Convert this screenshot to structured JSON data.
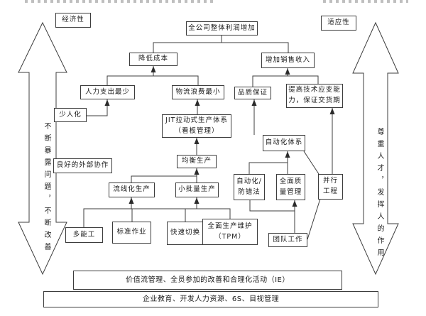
{
  "side": {
    "economy": "经济性",
    "adaptability": "适应性",
    "left_arrow_text": "不断暴露问题，不断改善",
    "right_arrow_text": "尊重人才，发挥人的作用"
  },
  "nodes": {
    "profit": "全公司整体利润增加",
    "cost": "降低成本",
    "revenue": "增加销售收入",
    "labor": "人力支出最少",
    "logistics": "物流浪费最小",
    "quality": "品质保证",
    "tech": "提高技术应变能\n力，保证交货期",
    "few_man": "少人化",
    "jit": "JIT拉动式生产体系\n（看板管理）",
    "jidoka": "自动化体系",
    "balance": "均衡生产",
    "coop": "良好的外部协作",
    "flow": "流线化生产",
    "small_lot": "小批量生产",
    "auto_err": "自动化/\n防错法",
    "tqm": "全面质\n量管理",
    "concurrent": "并行\n工程",
    "multi_skill": "多能工",
    "std_work": "标准作业",
    "quick_change": "快速切换",
    "tpm": "全面生产维护\n（TPM）",
    "teamwork": "团队工作",
    "value_stream": "价值流管理、全员参加的改善和合理化活动（IE）",
    "education": "企业教育、开发人力资源、6S、目视管理"
  },
  "colors": {
    "line": "#3c3c3c",
    "box_border": "#3c3c3c",
    "background": "#ffffff",
    "text": "#1a1a1a"
  }
}
